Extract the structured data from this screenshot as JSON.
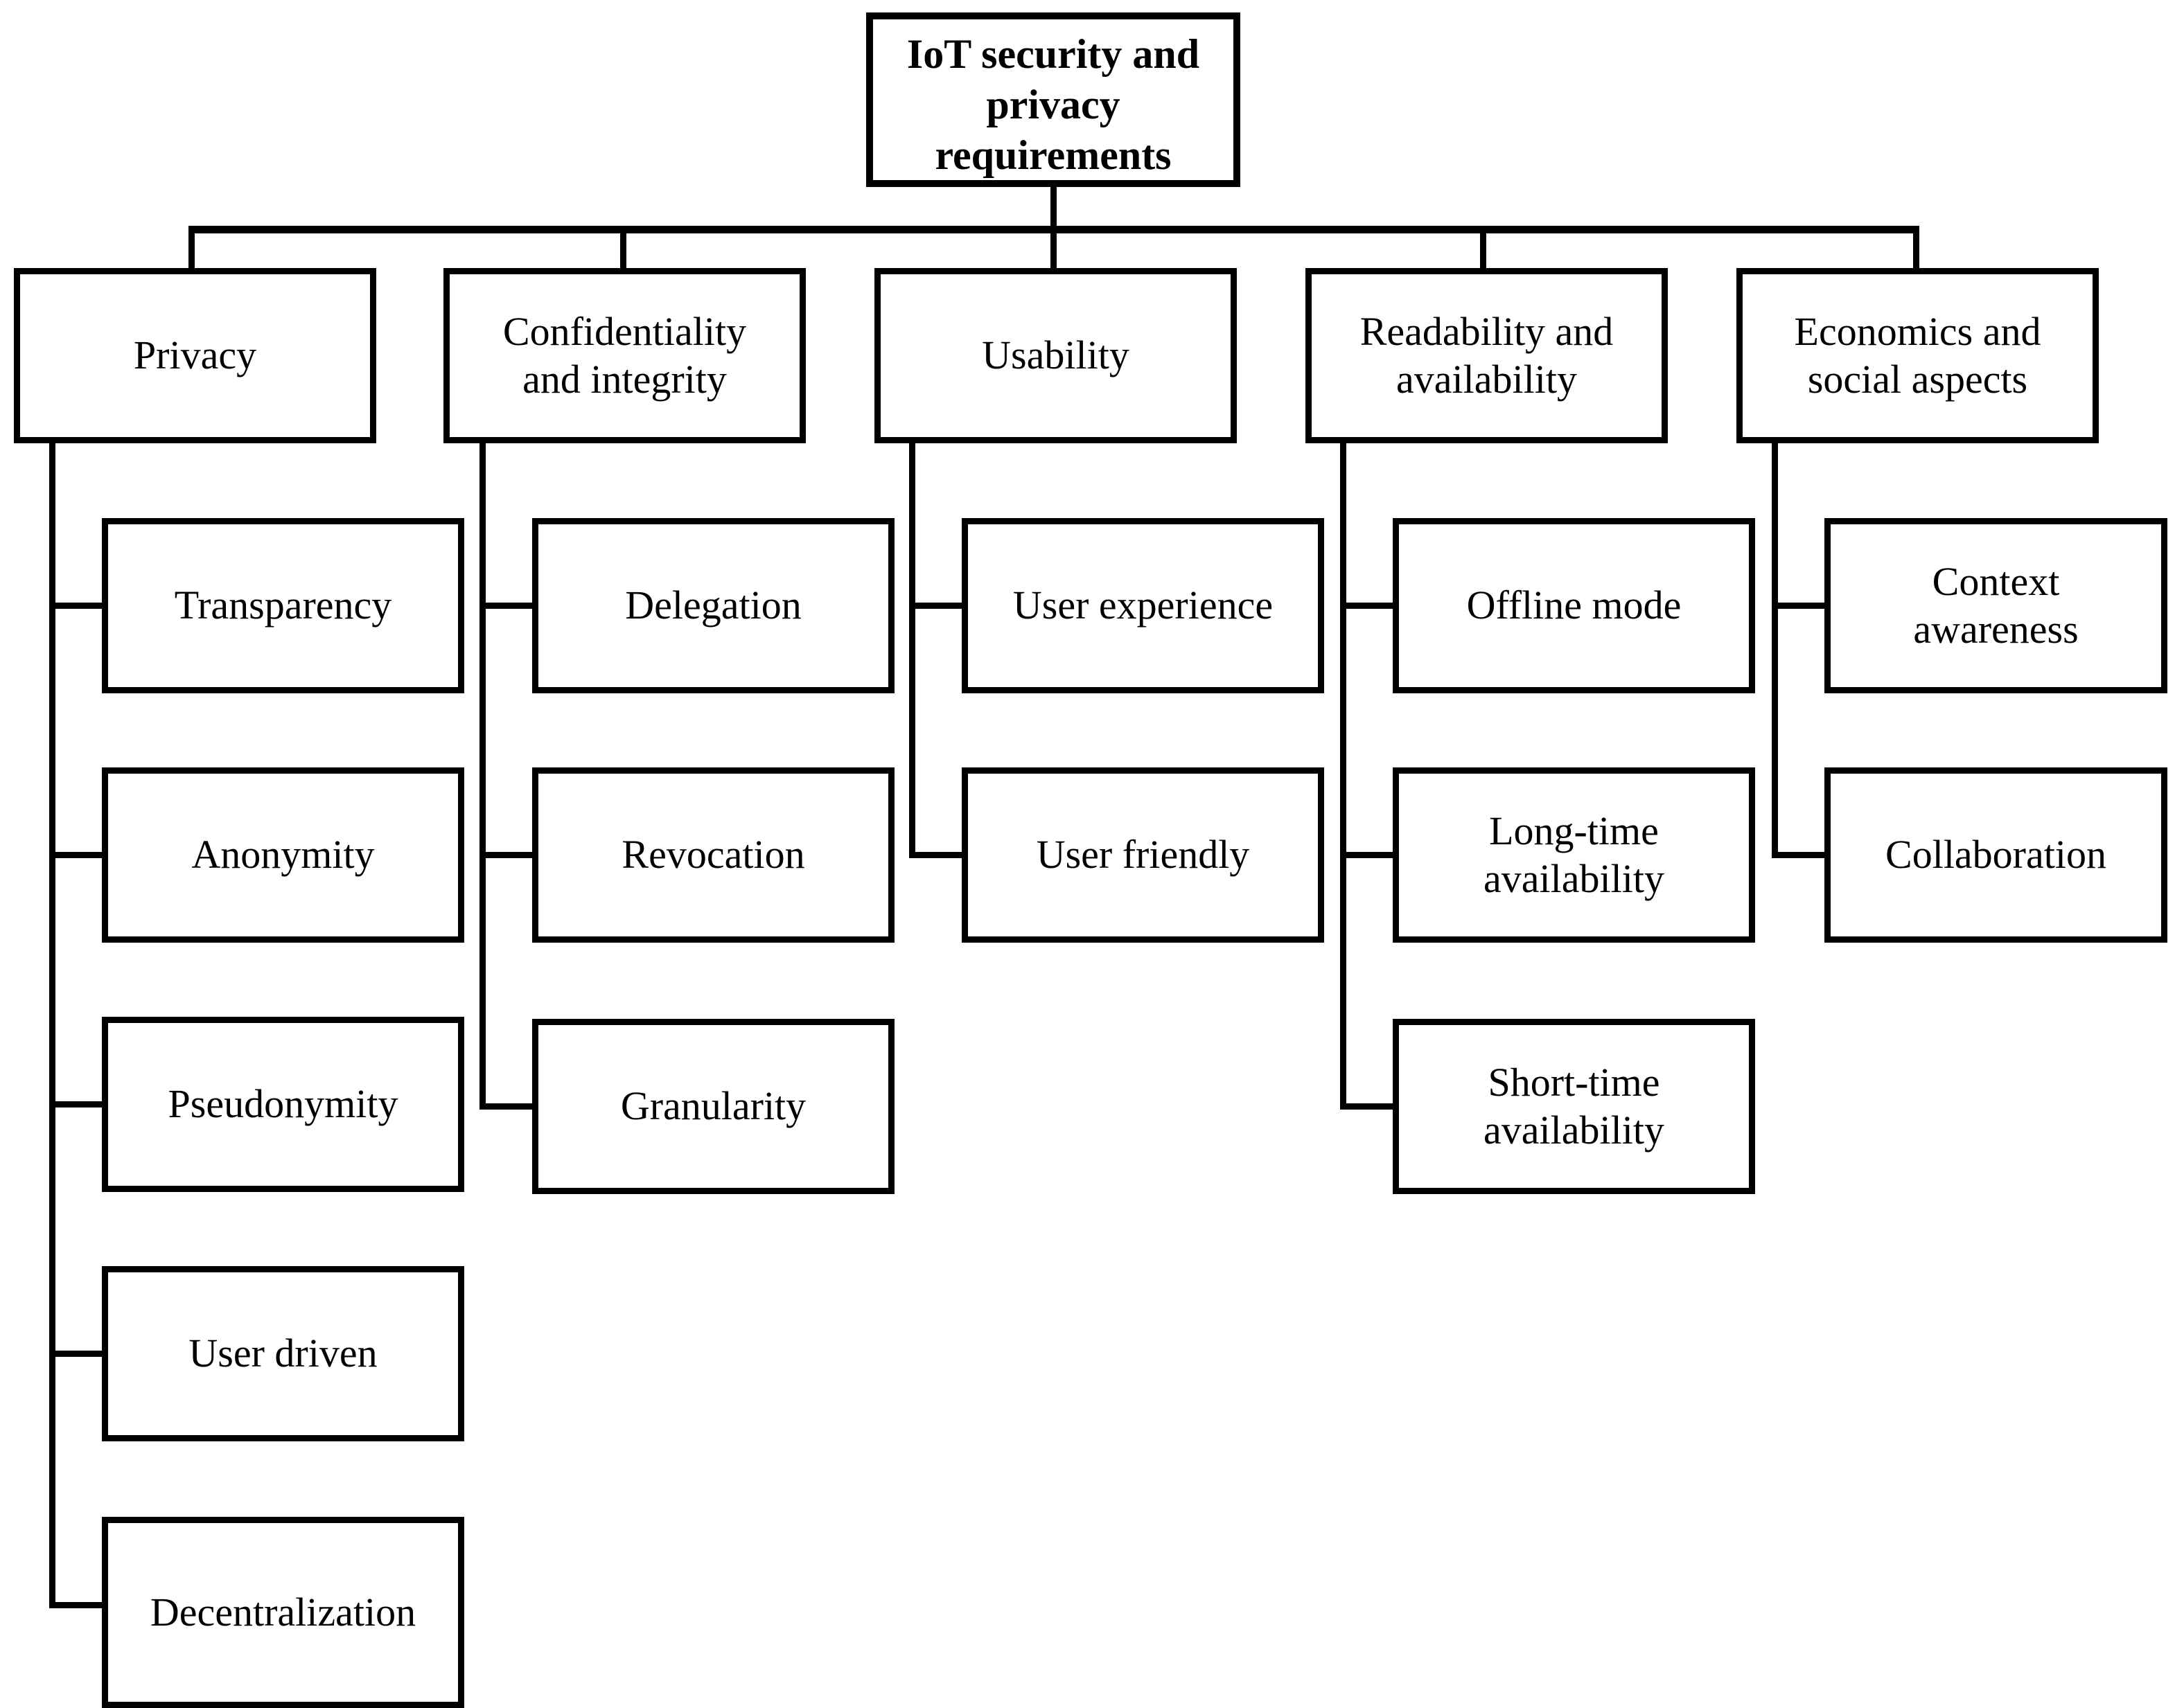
{
  "diagram": {
    "title": "IoT security and privacy requirements",
    "type": "hierarchy-tree",
    "orientation": "top-down-then-left-side",
    "levels": 3,
    "colors": {
      "background": "#ffffff",
      "stroke": "#000000",
      "text": "#000000",
      "box_fill": "#ffffff"
    },
    "root": {
      "id": "root",
      "label": "IoT security and\nprivacy\nrequirements",
      "bold": true
    },
    "categories": [
      {
        "id": "privacy",
        "label": "Privacy",
        "children": [
          {
            "id": "transparency",
            "label": "Transparency"
          },
          {
            "id": "anonymity",
            "label": "Anonymity"
          },
          {
            "id": "pseudonymity",
            "label": "Pseudonymity"
          },
          {
            "id": "user-driven",
            "label": "User driven"
          },
          {
            "id": "decentralization",
            "label": "Decentralization"
          }
        ]
      },
      {
        "id": "confidentiality-and-integrity",
        "label": "Confidentiality\nand integrity",
        "children": [
          {
            "id": "delegation",
            "label": "Delegation"
          },
          {
            "id": "revocation",
            "label": "Revocation"
          },
          {
            "id": "granularity",
            "label": "Granularity"
          }
        ]
      },
      {
        "id": "usability",
        "label": "Usability",
        "children": [
          {
            "id": "user-experience",
            "label": "User experience"
          },
          {
            "id": "user-friendly",
            "label": "User friendly"
          }
        ]
      },
      {
        "id": "readability-and-availability",
        "label": "Readability and\navailability",
        "children": [
          {
            "id": "offline-mode",
            "label": "Offline mode"
          },
          {
            "id": "long-time-availability",
            "label": "Long-time\navailability"
          },
          {
            "id": "short-time-availability",
            "label": "Short-time\navailability"
          }
        ]
      },
      {
        "id": "economics-and-social-aspects",
        "label": "Economics and\nsocial aspects",
        "children": [
          {
            "id": "context-awareness",
            "label": "Context\nawareness"
          },
          {
            "id": "collaboration",
            "label": "Collaboration"
          }
        ]
      }
    ]
  }
}
